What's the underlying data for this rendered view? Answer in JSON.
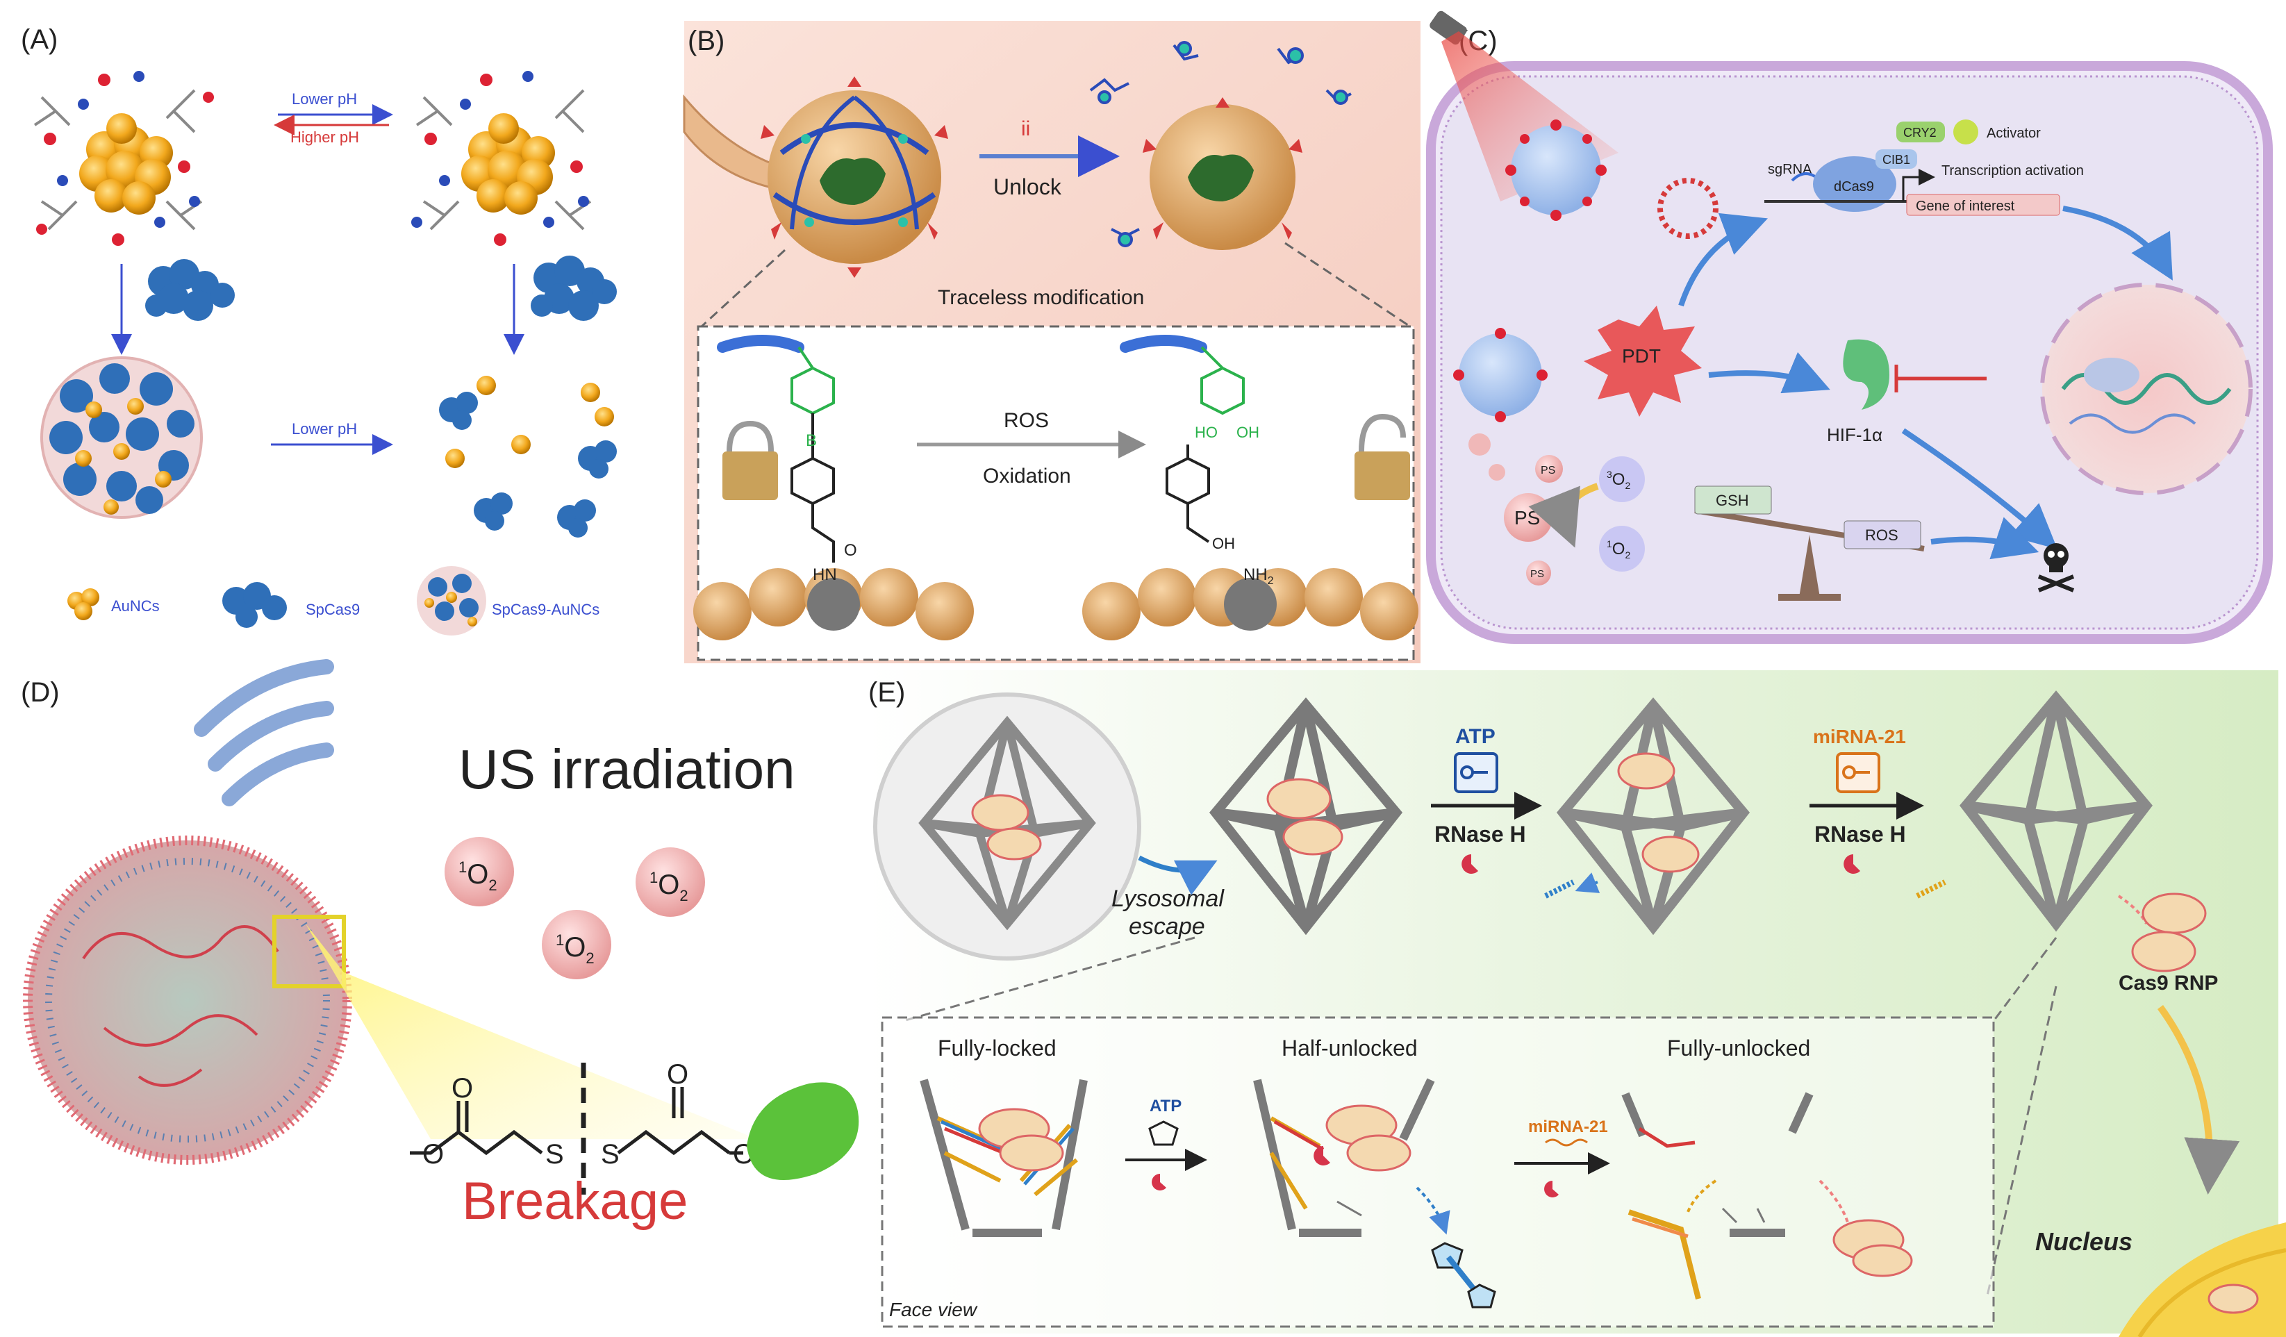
{
  "colors": {
    "gold": "#f2a81d",
    "protein_blue": "#2f6fb8",
    "panel_b_bg": "#f6d6cc",
    "panel_c_bg": "#e6e2f4",
    "panel_e_bg": "#e3f1d8",
    "arrow_blue": "#3b5bd6",
    "arrow_red": "#d63a3a",
    "bond_green": "#2bb24c",
    "breakage_red": "#d63a3a"
  },
  "panel_a": {
    "label": "(A)",
    "lower_ph": "Lower pH",
    "higher_ph": "Higher pH",
    "lower_ph_2": "Lower pH",
    "legend": {
      "aunc": "AuNCs",
      "spcas9": "SpCas9",
      "complex": "SpCas9-AuNCs"
    }
  },
  "panel_b": {
    "label": "(B)",
    "step": "ii",
    "unlock": "Unlock",
    "traceless": "Traceless modification",
    "ros": "ROS",
    "oxidation": "Oxidation",
    "oh_top": "OH",
    "ho_oh": "HO",
    "oh2": "OH",
    "oh_bottom": "OH",
    "b_atom": "B",
    "o_atom": "O",
    "hn": "HN",
    "nh2": "NH",
    "nh2_sub": "2"
  },
  "panel_c": {
    "label": "(C)",
    "sgrna": "sgRNA",
    "cry2": "CRY2",
    "cib1": "CIB1",
    "activator": "Activator",
    "dcas9": "dCas9",
    "transcription": "Transcription activation",
    "gene": "Gene of interest",
    "pdt": "PDT",
    "hif": "HIF-1α",
    "ps": "PS",
    "o2_triplet_sup": "3",
    "o2_singlet_sup": "1",
    "o2": "O",
    "o2_sub": "2",
    "gsh": "GSH",
    "ros": "ROS"
  },
  "panel_d": {
    "label": "(D)",
    "us": "US irradiation",
    "singlet_sup": "1",
    "o": "O",
    "sub": "2",
    "s1": "S",
    "s2": "S",
    "o_atom": "O",
    "breakage": "Breakage"
  },
  "panel_e": {
    "label": "(E)",
    "atp": "ATP",
    "rnase_h_1": "RNase H",
    "mirna": "miRNA-21",
    "rnase_h_2": "RNase H",
    "lysosomal": "Lysosomal",
    "escape": "escape",
    "cas9_rnp": "Cas9 RNP",
    "fully_locked": "Fully-locked",
    "half_unlocked": "Half-unlocked",
    "fully_unlocked": "Fully-unlocked",
    "atp_small": "ATP",
    "mirna_small": "miRNA-21",
    "face_view": "Face view",
    "nucleus": "Nucleus"
  }
}
